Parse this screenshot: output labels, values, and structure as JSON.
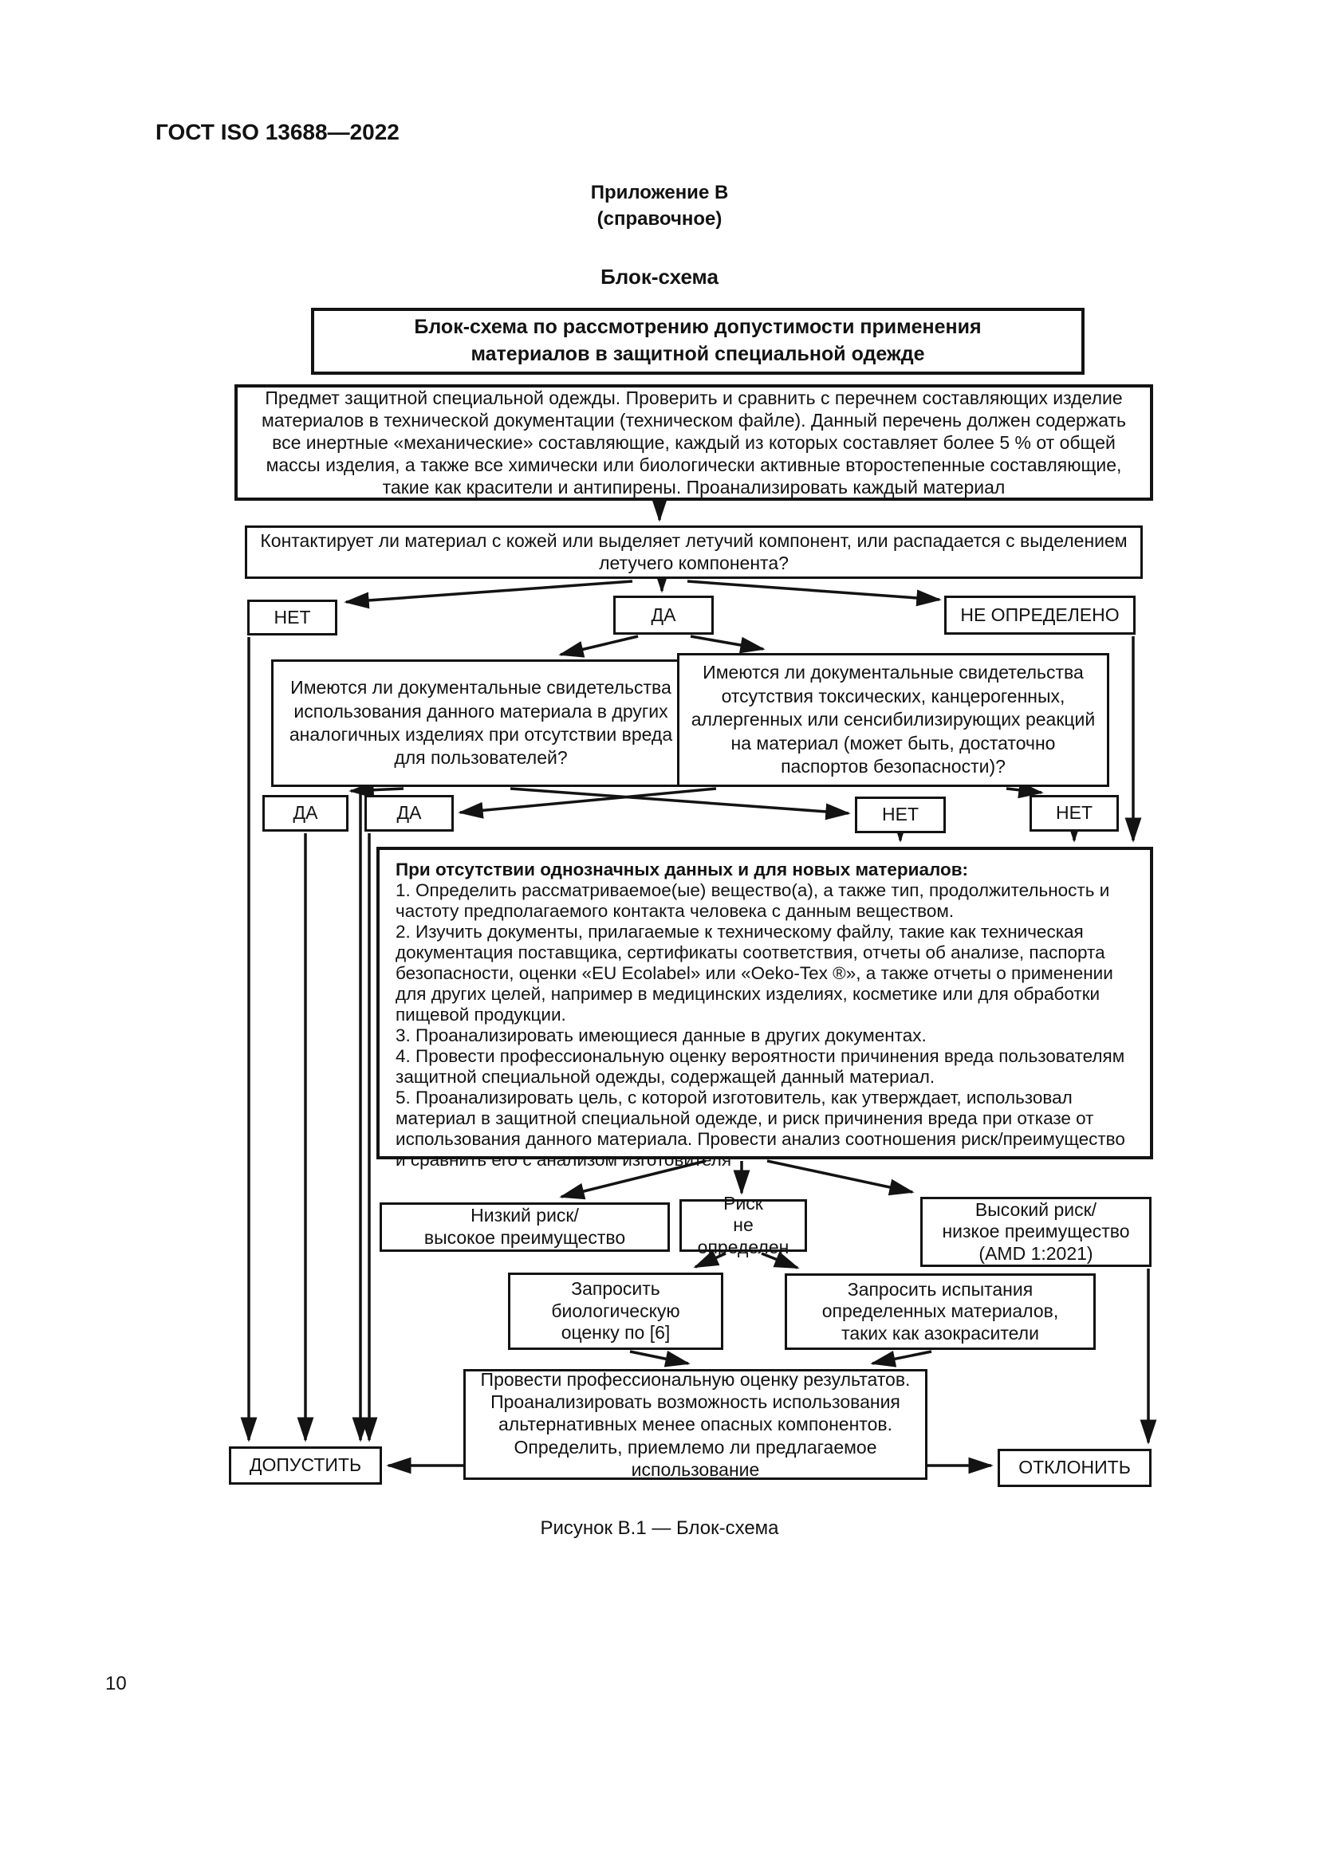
{
  "page": {
    "doc_ref": "ГОСТ ISO 13688—2022",
    "appendix_label": "Приложение В",
    "appendix_type": "(справочное)",
    "section_title": "Блок-схема",
    "figure_caption": "Рисунок В.1 — Блок-схема",
    "page_number": "10"
  },
  "flow": {
    "title_lines": [
      "Блок-схема по рассмотрению допустимости применения",
      "материалов в защитной специальной одежде"
    ],
    "intro": "Предмет защитной специальной одежды. Проверить и сравнить с перечнем составляющих изделие материалов в технической документации (техническом файле). Данный перечень должен содержать все инертные «механические» составляющие, каждый из которых составляет более 5 % от общей массы изделия, а также все химически или биологически активные второстепенные составляющие, такие как красители и антипирены. Проанализировать каждый материал",
    "q1": "Контактирует ли материал с кожей или выделяет летучий компонент, или распадается с выделением летучего компонента?",
    "ans_top": {
      "no": "НЕТ",
      "yes": "ДА",
      "undefined": "НЕ ОПРЕДЕЛЕНО"
    },
    "q_left": "Имеются ли документальные свидетельства использования данного материала в других аналогичных изделиях при отсутствии вреда для пользователей?",
    "q_right": "Имеются ли документальные свидетельства отсутствия токсических, канцерогенных, аллергенных или сенсибилизирующих реакций на материал (может быть, достаточно паспортов безопасности)?",
    "ans_mid": {
      "yes1": "ДА",
      "yes2": "ДА",
      "no1": "НЕТ",
      "no2": "НЕТ"
    },
    "assessment": {
      "heading": "При отсутствии однозначных данных и для новых материалов:",
      "items": [
        "1. Определить рассматриваемое(ые) вещество(а), а также тип, продолжительность и частоту предполагаемого контакта человека с данным веществом.",
        "2. Изучить документы, прилагаемые к техническому файлу, такие как техническая документация поставщика, сертификаты соответствия, отчеты об анализе, паспорта безопасности, оценки «EU Ecolabel» или «Oeko-Tex ®», а также отчеты о применении для других целей, например в медицинских изделиях, косметике или для обработки пищевой продукции.",
        "3. Проанализировать имеющиеся данные в других документах.",
        "4. Провести профессиональную оценку вероятности причинения вреда пользователям защитной специальной одежды, содержащей данный материал.",
        "5. Проанализировать цель, с которой изготовитель, как утверждает, использовал материал в защитной специальной одежде, и риск причинения вреда при отказе от использования данного материала. Провести анализ соотношения риск/преимущество и сравнить его с анализом изготовителя"
      ]
    },
    "outcome": {
      "low_risk_lines": [
        "Низкий риск/",
        "высокое преимущество"
      ],
      "risk_undef_lines": [
        "Риск",
        "не определен"
      ],
      "high_risk_lines": [
        "Высокий риск/",
        "низкое преимущество",
        "(AMD 1:2021)"
      ]
    },
    "requests": {
      "bio_lines": [
        "Запросить",
        "биологическую",
        "оценку по [6]"
      ],
      "test_lines": [
        "Запросить испытания",
        "определенных материалов,",
        "таких как азокрасители"
      ]
    },
    "result_box": "Провести профессиональную оценку результатов. Проанализировать возможность использования альтернативных менее опасных компонентов. Определить, приемлемо ли предлагаемое использование",
    "admit": "ДОПУСТИТЬ",
    "reject": "ОТКЛОНИТЬ"
  }
}
